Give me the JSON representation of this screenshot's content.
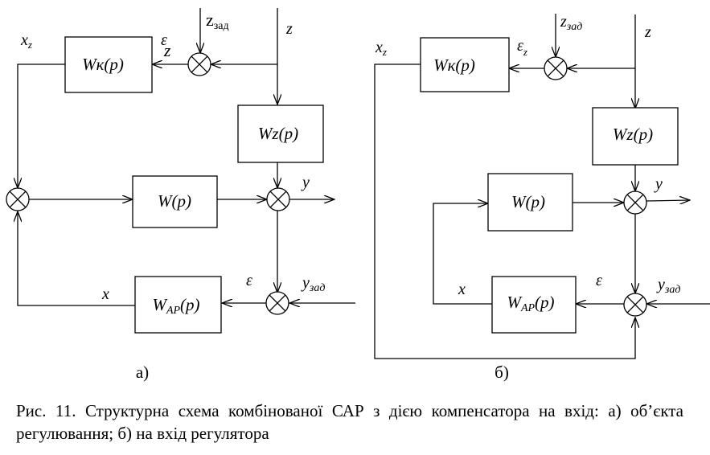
{
  "figure": {
    "panel_a": {
      "label": "а)",
      "blocks": {
        "wk": {
          "name": "Wк",
          "arg": "(p)"
        },
        "wz": {
          "name": "Wz",
          "arg": "(p)"
        },
        "w": {
          "name": "W",
          "arg": "(p)"
        },
        "wap": {
          "name": "W",
          "sub": "AP",
          "arg": "(p)"
        }
      },
      "signals": {
        "xz": {
          "base": "x",
          "sub": "z"
        },
        "ez": {
          "base": "ε",
          "sub": "z"
        },
        "zzad": {
          "base": "z",
          "sub": "зад"
        },
        "z": "z",
        "y": "y",
        "e": "ε",
        "yzad": {
          "base": "y",
          "sub": "зад"
        },
        "x": "x"
      }
    },
    "panel_b": {
      "label": "б)",
      "blocks": {
        "wk": {
          "name": "Wк",
          "arg": "(p)"
        },
        "wz": {
          "name": "Wz",
          "arg": "(p)"
        },
        "w": {
          "name": "W",
          "arg": "(p)"
        },
        "wap": {
          "name": "W",
          "sub": "AP",
          "arg": "(p)"
        }
      },
      "signals": {
        "xz": {
          "base": "x",
          "sub": "z"
        },
        "ez": {
          "base": "ε",
          "sub": "z"
        },
        "zzad": {
          "base": "z",
          "sub": "зад"
        },
        "z": "z",
        "y": "y",
        "e": "ε",
        "yzad": {
          "base": "y",
          "sub": "зад"
        },
        "x": "x"
      }
    },
    "caption": "Рис. 11. Структурна схема комбінованої САР з дією компенсатора на вхід: а) об’єкта регулювання; б) на вхід регулятора"
  }
}
